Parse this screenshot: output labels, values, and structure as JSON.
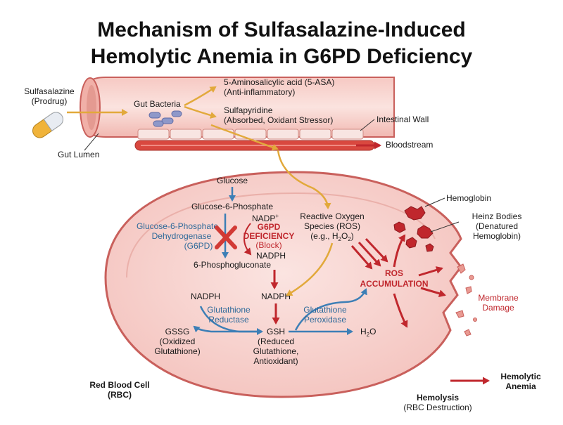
{
  "title": {
    "line1": "Mechanism of Sulfasalazine-Induced",
    "line2": "Hemolytic Anemia in G6PD Deficiency"
  },
  "gut": {
    "drug_name": "Sulfasalazine",
    "drug_note": "(Prodrug)",
    "bacteria": "Gut Bacteria",
    "asa_name": "5-Aminosalicylic acid (5-ASA)",
    "asa_note": "(Anti-inflammatory)",
    "sulfa_name": "Sulfapyridine",
    "sulfa_note": "(Absorbed, Oxidant Stressor)",
    "wall": "Intestinal Wall",
    "bloodstream": "Bloodstream",
    "lumen": "Gut Lumen"
  },
  "rbc": {
    "glucose": "Glucose",
    "g6p": "Glucose-6-Phosphate",
    "enzyme_line1": "Glucose-6-Phosphate",
    "enzyme_line2": "Dehydrogenase",
    "enzyme_line3": "(G6PD)",
    "nadp": "NADP",
    "nadp_sup": "+",
    "deficiency_line1": "G6PD",
    "deficiency_line2": "DEFICIENCY",
    "block": "(Block)",
    "nadph_top": "NADPH",
    "pg": "6-Phosphogluconate",
    "ros_line1": "Reactive Oxygen",
    "ros_line2": "Species (ROS)",
    "ros_line3_pre": "(e.g., H",
    "ros_sub1": "2",
    "ros_mid": "O",
    "ros_sub2": "2",
    "ros_post": ")",
    "ros_acc1": "ROS",
    "ros_acc2": "ACCUMULATION",
    "nadph_left": "NADPH",
    "nadph_mid": "NADPH",
    "gr_line1": "Glutathione",
    "gr_line2": "Reductase",
    "gp_line1": "Glutathione",
    "gp_line2": "Peroxidase",
    "gssg_line1": "GSSG",
    "gssg_line2": "(Oxidized",
    "gssg_line3": "Glutathione)",
    "gsh_line1": "GSH",
    "gsh_line2": "(Reduced",
    "gsh_line3": "Glutathione,",
    "gsh_line4": "Antioxidant)",
    "h2o_pre": "H",
    "h2o_sub": "2",
    "h2o_post": "O",
    "cell_line1": "Red Blood Cell",
    "cell_line2": "(RBC)"
  },
  "outcome": {
    "hemoglobin": "Hemoglobin",
    "heinz_line1": "Heinz Bodies",
    "heinz_line2": "(Denatured",
    "heinz_line3": "Hemoglobin)",
    "membrane_line1": "Membrane",
    "membrane_line2": "Damage",
    "hemolysis_line1": "Hemolysis",
    "hemolysis_line2": "(RBC Destruction)",
    "anemia_line1": "Hemolytic",
    "anemia_line2": "Anemia"
  },
  "colors": {
    "gold_arrow": "#e2a93b",
    "blue_arrow": "#3d7fb6",
    "red_arrow": "#c0272d",
    "cell_fill": "#f7d3d0",
    "cell_border": "#c9605c"
  },
  "icons": [
    "capsule-icon",
    "bacteria-icon",
    "x-block-icon",
    "hemoglobin-clump-icon"
  ]
}
